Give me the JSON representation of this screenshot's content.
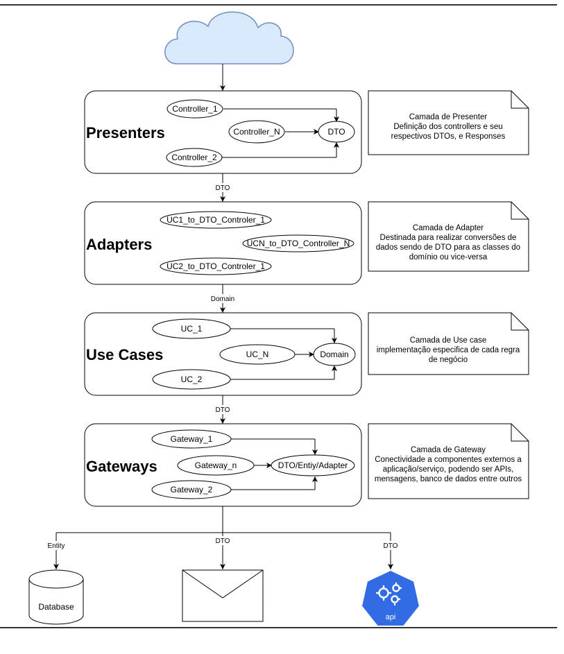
{
  "layers": {
    "presenters": {
      "title": "Presenters",
      "nodes": [
        "Controller_1",
        "Controller_N",
        "Controller_2",
        "DTO"
      ],
      "note": [
        "Camada de Presenter",
        "Definição dos controllers e seu",
        "respectivos DTOs, e Responses"
      ]
    },
    "adapters": {
      "title": "Adapters",
      "nodes": [
        "UC1_to_DTO_Controler_1",
        "UCN_to_DTO_Controller_N",
        "UC2_to_DTO_Controler_1"
      ],
      "note": [
        "Camada de Adapter",
        "Destinada para realizar conversões de",
        "dados sendo de DTO para as classes do",
        "domínio ou vice-versa"
      ]
    },
    "usecases": {
      "title": "Use Cases",
      "nodes": [
        "UC_1",
        "UC_N",
        "UC_2",
        "Domain"
      ],
      "note": [
        "Camada de Use case",
        "implementação especifica de cada regra",
        "de negócio"
      ]
    },
    "gateways": {
      "title": "Gateways",
      "nodes": [
        "Gateway_1",
        "Gateway_n",
        "Gateway_2",
        "DTO/Entiy/Adapter"
      ],
      "note": [
        "Camada de Gateway",
        "Conectividade a componentes externos a",
        "aplicação/serviço, podendo ser APIs,",
        "mensagens, banco de dados entre outros"
      ]
    }
  },
  "edge_labels": {
    "presenters_to_adapters": "DTO",
    "adapters_to_usecases": "Domain",
    "usecases_to_gateways": "DTO",
    "to_database": "Entity",
    "to_message": "DTO",
    "to_api": "DTO"
  },
  "externals": {
    "database": "Database",
    "api": "api"
  },
  "colors": {
    "cloud_fill": "#dae8fc",
    "cloud_stroke": "#6c8ebf",
    "api_blue": "#326ce5"
  }
}
